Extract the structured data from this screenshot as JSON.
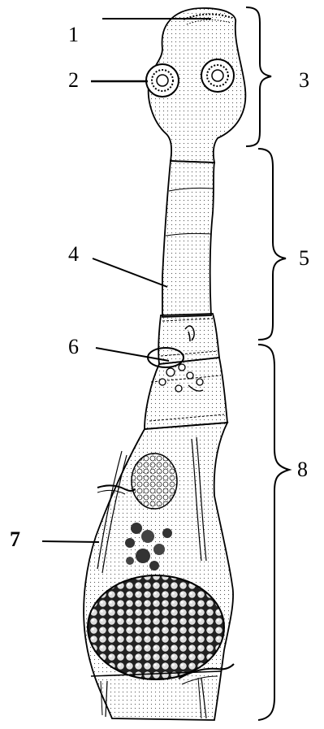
{
  "figure": {
    "labels": [
      {
        "id": "l1",
        "text": "1"
      },
      {
        "id": "l2",
        "text": "2"
      },
      {
        "id": "l3",
        "text": "3"
      },
      {
        "id": "l4",
        "text": "4"
      },
      {
        "id": "l5",
        "text": "5"
      },
      {
        "id": "l6",
        "text": "6"
      },
      {
        "id": "l7",
        "text": "7"
      },
      {
        "id": "l8",
        "text": "8"
      }
    ],
    "colors": {
      "ink": "#000000",
      "paper": "#ffffff",
      "stipple": "#555555"
    }
  }
}
